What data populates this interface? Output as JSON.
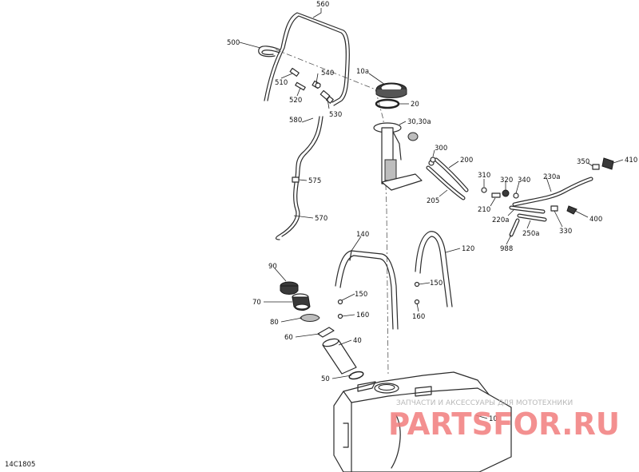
{
  "diagram": {
    "code": "14C1805",
    "watermark": {
      "tagline": "ЗАПЧАСТИ И АКСЕССУАРЫ ДЛЯ МОТОТЕХНИКИ",
      "logo": "PARTSFOR.RU"
    },
    "callouts": [
      {
        "id": "560",
        "label": "560"
      },
      {
        "id": "500",
        "label": "500"
      },
      {
        "id": "510",
        "label": "510"
      },
      {
        "id": "540",
        "label": "540"
      },
      {
        "id": "520",
        "label": "520"
      },
      {
        "id": "530",
        "label": "530"
      },
      {
        "id": "10a",
        "label": "10a"
      },
      {
        "id": "20",
        "label": "20"
      },
      {
        "id": "30",
        "label": "30,30a"
      },
      {
        "id": "580",
        "label": "580"
      },
      {
        "id": "575",
        "label": "575"
      },
      {
        "id": "570",
        "label": "570"
      },
      {
        "id": "300",
        "label": "300"
      },
      {
        "id": "200",
        "label": "200"
      },
      {
        "id": "205",
        "label": "205"
      },
      {
        "id": "310",
        "label": "310"
      },
      {
        "id": "320",
        "label": "320"
      },
      {
        "id": "340",
        "label": "340"
      },
      {
        "id": "210",
        "label": "210"
      },
      {
        "id": "220a",
        "label": "220a"
      },
      {
        "id": "230a",
        "label": "230a"
      },
      {
        "id": "350",
        "label": "350"
      },
      {
        "id": "410",
        "label": "410"
      },
      {
        "id": "400",
        "label": "400"
      },
      {
        "id": "330",
        "label": "330"
      },
      {
        "id": "250a",
        "label": "250a"
      },
      {
        "id": "988",
        "label": "988"
      },
      {
        "id": "140",
        "label": "140"
      },
      {
        "id": "120",
        "label": "120"
      },
      {
        "id": "150a",
        "label": "150"
      },
      {
        "id": "150b",
        "label": "150"
      },
      {
        "id": "160a",
        "label": "160"
      },
      {
        "id": "160b",
        "label": "160"
      },
      {
        "id": "90",
        "label": "90"
      },
      {
        "id": "70",
        "label": "70"
      },
      {
        "id": "80",
        "label": "80"
      },
      {
        "id": "60",
        "label": "60"
      },
      {
        "id": "40",
        "label": "40"
      },
      {
        "id": "50",
        "label": "50"
      },
      {
        "id": "10",
        "label": "10"
      }
    ]
  }
}
